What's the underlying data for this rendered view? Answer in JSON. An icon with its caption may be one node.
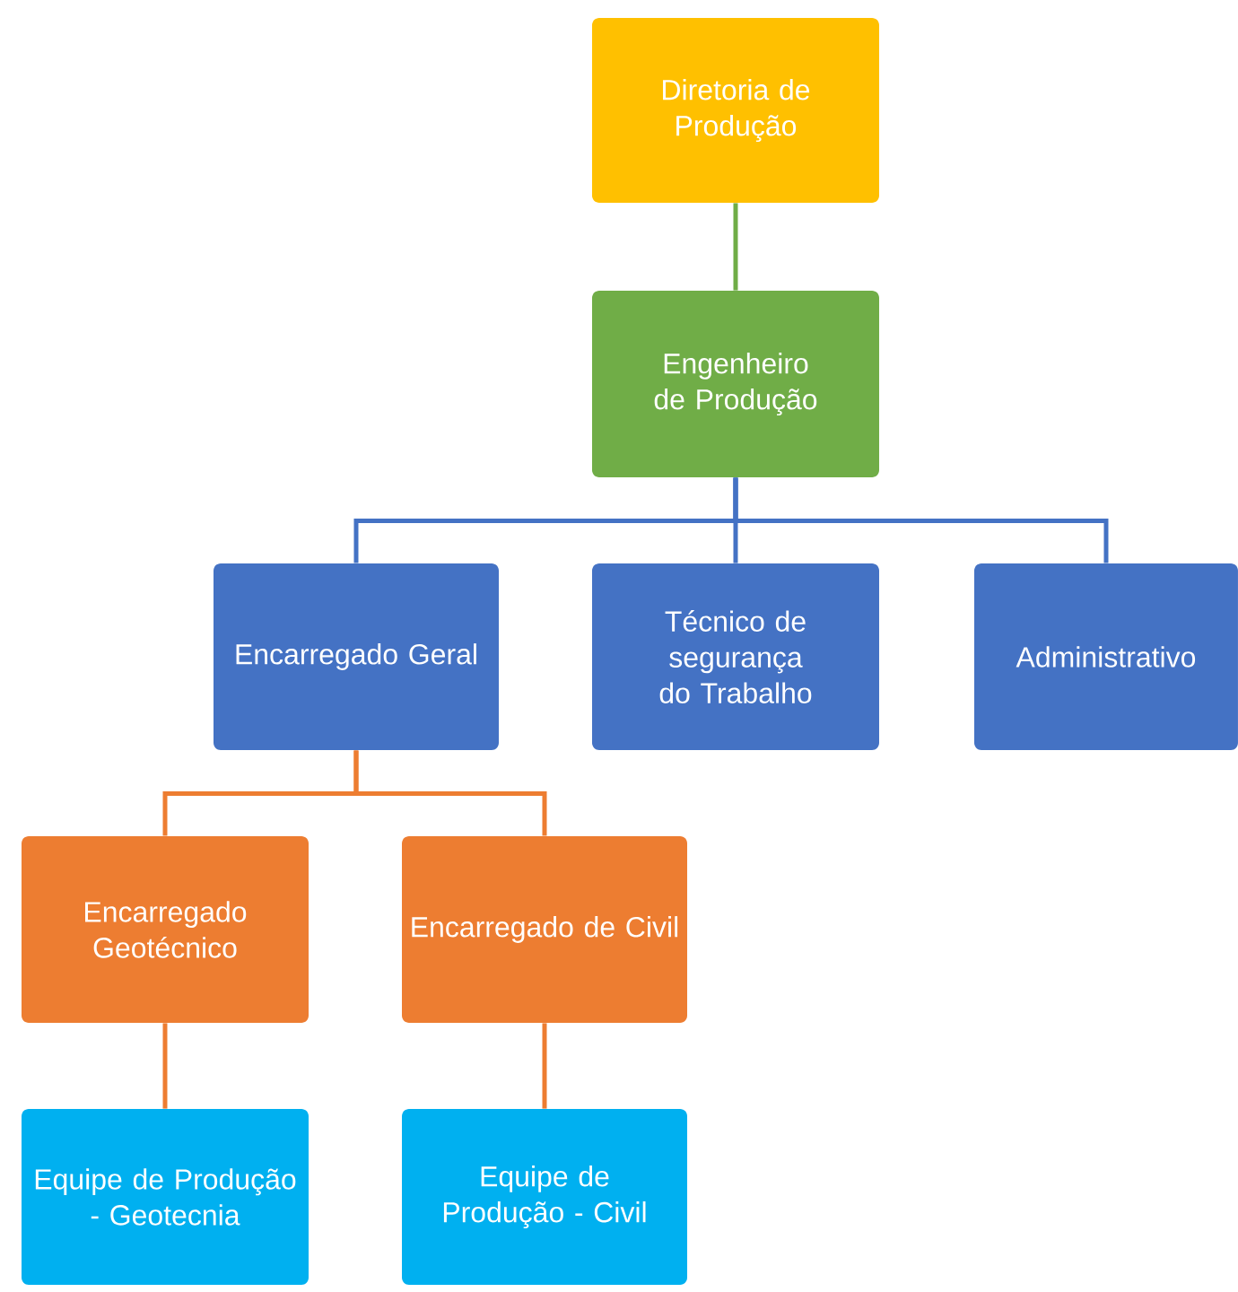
{
  "diagram": {
    "nodes": [
      {
        "text": [
          "Diretoria de Produção"
        ]
      },
      {
        "text": [
          "Engenheiro de Produção"
        ]
      },
      {
        "text": [
          "Encarregado Geral"
        ]
      },
      {
        "text": [
          "Técnico de segurança do Trabalho"
        ]
      },
      {
        "text": [
          "Administrativo"
        ]
      },
      {
        "text": [
          "Encarregado Geotécnico"
        ]
      },
      {
        "text": [
          "Encarregado de Civil"
        ]
      },
      {
        "text": [
          "Equipe de Produção - Geotecnia"
        ]
      },
      {
        "text": [
          "Equipe de Produção - Civil"
        ]
      }
    ],
    "edges": [
      {
        "from": 0,
        "to": 1,
        "arrow": "none",
        "color": "#70ad47"
      },
      {
        "from": 1,
        "to": 2,
        "arrow": "none",
        "color": "#4472c4"
      },
      {
        "from": 1,
        "to": 3,
        "arrow": "none",
        "color": "#4472c4"
      },
      {
        "from": 1,
        "to": 4,
        "arrow": "none",
        "color": "#4472c4"
      },
      {
        "from": 2,
        "to": 5,
        "arrow": "none"
      },
      {
        "from": 2,
        "to": 6,
        "arrow": "none"
      },
      {
        "from": 5,
        "to": 7,
        "arrow": "none"
      },
      {
        "from": 6,
        "to": 8,
        "arrow": "none"
      }
    ]
  }
}
